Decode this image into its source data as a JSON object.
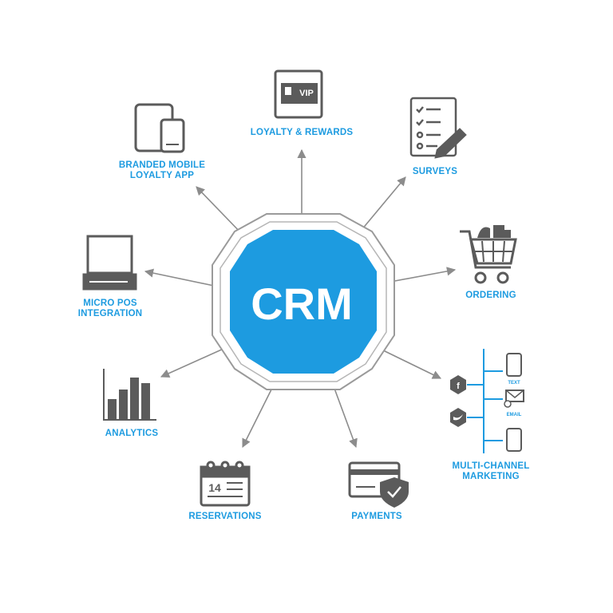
{
  "center": {
    "label": "CRM"
  },
  "features": {
    "loyalty": "LOYALTY & REWARDS",
    "vip_badge": "VIP",
    "mobile_line1": "BRANDED MOBILE",
    "mobile_line2": "LOYALTY APP",
    "surveys": "SURVEYS",
    "ordering": "ORDERING",
    "pos_line1": "MICRO POS",
    "pos_line2": "INTEGRATION",
    "analytics": "ANALYTICS",
    "reservations": "RESERVATIONS",
    "calendar_day": "14",
    "payments": "PAYMENTS",
    "marketing_line1": "MULTI-CHANNEL",
    "marketing_line2": "MARKETING",
    "channel_text": "TEXT",
    "channel_email": "EMAIL"
  },
  "colors": {
    "accent": "#1d9be0",
    "icon": "#5b5b5b",
    "hub_fill": "#1d9be0",
    "hub_border": "#9a9a9a"
  }
}
